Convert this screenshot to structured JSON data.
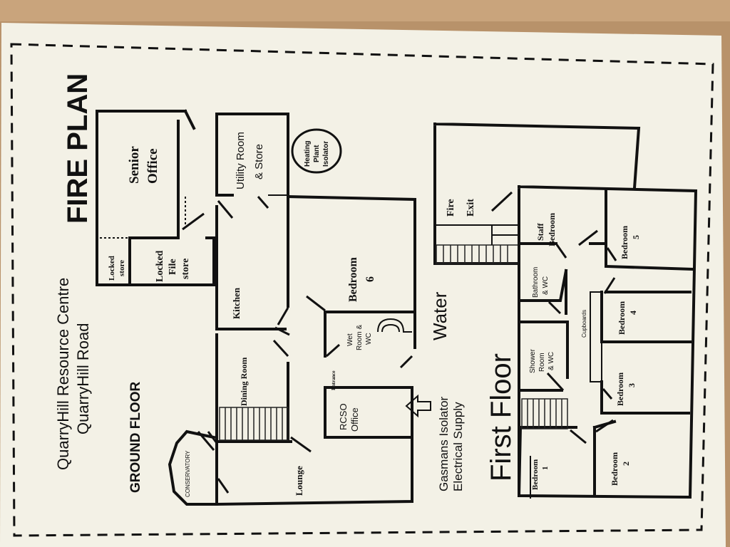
{
  "header": {
    "fire_plan": "FIRE PLAN",
    "centre_name": "QuarryHill Resource Centre",
    "road": "QuarryHill Road",
    "ground_floor": "GROUND FLOOR",
    "first_floor": "First Floor"
  },
  "ground_floor_rooms": {
    "senior_office_1": "Senior",
    "senior_office_2": "Office",
    "locked_store_1": "Locked",
    "locked_store_2": "store",
    "locked_file_1": "Locked",
    "locked_file_2": "File",
    "locked_file_3": "store",
    "utility_1": "Utility Room",
    "utility_2": "& Store",
    "heating_1": "Heating",
    "heating_2": "Plant",
    "heating_3": "Isolator",
    "kitchen": "Kitchen",
    "bedroom6_1": "Bedroom",
    "bedroom6_2": "6",
    "water": "Water",
    "wet_room_1": "Wet",
    "wet_room_2": "Room &",
    "wet_room_3": "WC",
    "dining_room": "Dining Room",
    "entrance": "Entrance",
    "rcso_1": "RCSO",
    "rcso_2": "Office",
    "gas_isolator": "Gasmans Isolator",
    "electrical_supply": "Electrical Supply",
    "conservatory": "CONSERVATORY",
    "lounge": "Lounge"
  },
  "first_floor_rooms": {
    "fire_exit_1": "Fire",
    "fire_exit_2": "Exit",
    "staff_bedroom_1": "Staff",
    "staff_bedroom_2": "Bedroom",
    "bedroom5_1": "Bedroom",
    "bedroom5_2": "5",
    "bathroom_1": "Bathroom",
    "bathroom_2": "& WC",
    "cupboards": "Cupboards",
    "bedroom4_1": "Bedroom",
    "bedroom4_2": "4",
    "shower_1": "Shower",
    "shower_2": "Room",
    "shower_3": "& WC",
    "bedroom3_1": "Bedroom",
    "bedroom3_2": "3",
    "bedroom1_1": "Bedroom",
    "bedroom1_2": "1",
    "bedroom2_1": "Bedroom",
    "bedroom2_2": "2"
  },
  "colors": {
    "wood": "#b8926a",
    "paper": "#f3f1e6",
    "ink": "#111111"
  }
}
